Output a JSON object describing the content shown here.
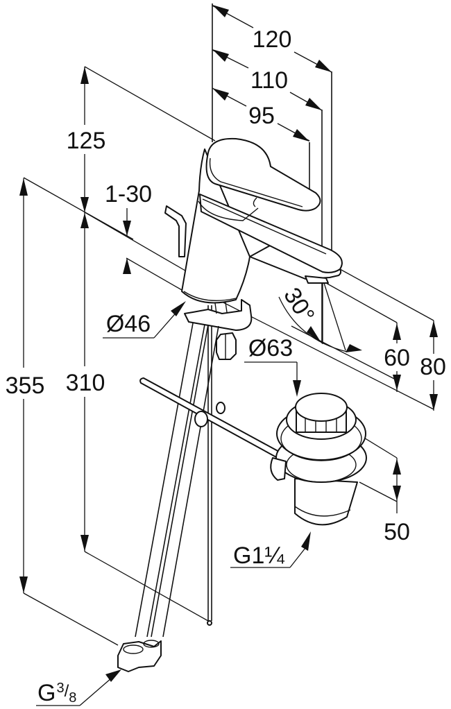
{
  "title": "Single-lever basin mixer dimension drawing",
  "colors": {
    "line": "#111111",
    "background": "#ffffff"
  },
  "dimensions": {
    "spout_reach_total": "120",
    "spout_reach_mid": "110",
    "spout_reach_outlet": "95",
    "lever_height": "125",
    "deck_thickness": "1-30",
    "base_diameter": "Ø46",
    "waste_diameter": "Ø63",
    "outlet_angle": "30°",
    "outlet_height": "60",
    "spout_height": "80",
    "total_height": "355",
    "hose_length": "310",
    "waste_height": "50",
    "waste_thread": "G1¼",
    "hose_thread": "G⅜"
  },
  "labels": {
    "waste_thread_main": "G1",
    "waste_thread_frac": "¼",
    "hose_thread_main": "G",
    "hose_thread_num": "3",
    "hose_thread_den": "8"
  }
}
